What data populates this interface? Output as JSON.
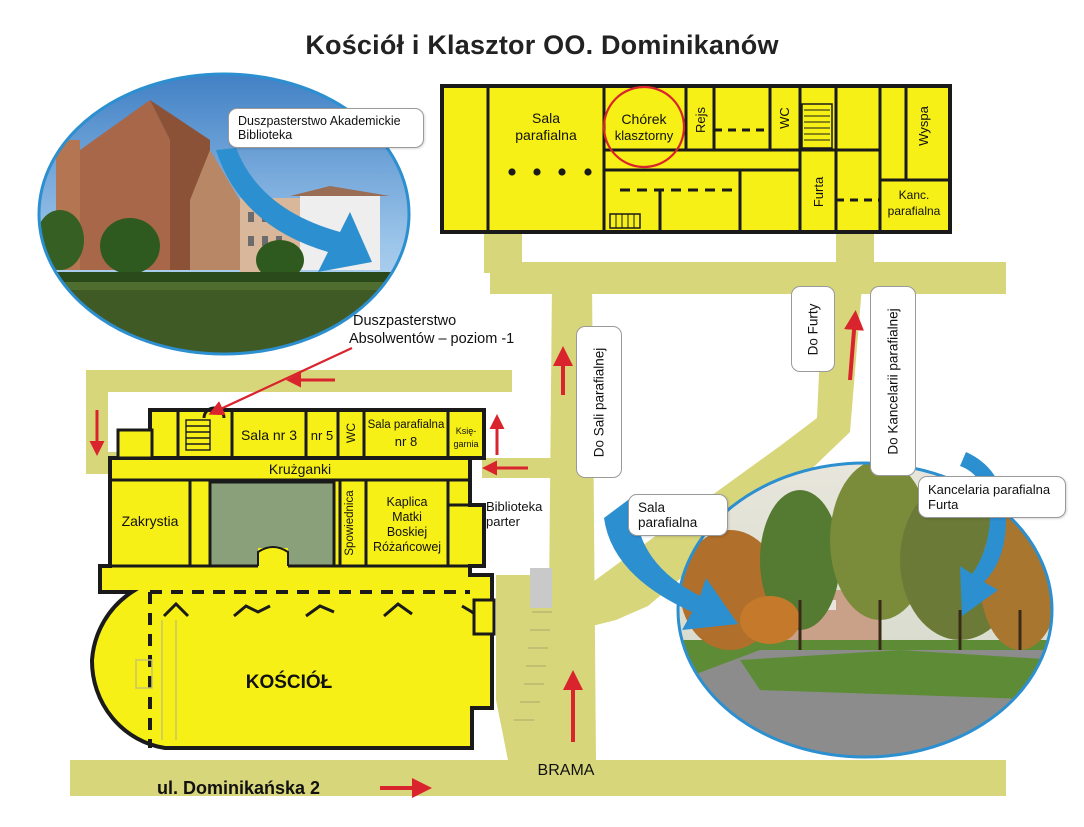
{
  "title": "Kościół i Klasztor OO. Dominikanów",
  "colors": {
    "building": "#f7f016",
    "path": "#d8d67a",
    "wall": "#1a1a1a",
    "garden": "#8aa07a",
    "arrow_red": "#d9232d",
    "arrow_blue": "#2c8fd0",
    "photo_ring": "#2c8fd0"
  },
  "icons": {
    "red-arrow": "arrow",
    "blue-arrow": "curved arrow",
    "staircase": "stairs"
  },
  "callouts": {
    "akademickie_line1": "Duszpasterstwo Akademickie",
    "akademickie_line2": "Biblioteka",
    "absolwentow_line1": "Duszpasterstwo",
    "absolwentow_line2": "Absolwentów – poziom -1",
    "sala_line1": "Sala",
    "sala_line2": "parafialna",
    "kancelaria_line1": "Kancelaria parafialna",
    "kancelaria_line2": "Furta"
  },
  "signs": {
    "do_sali": "Do Sali parafialnej",
    "do_furty": "Do Furty",
    "do_kancelarii": "Do Kancelarii parafialnej"
  },
  "top_building": {
    "sala_line1": "Sala",
    "sala_line2": "parafialna",
    "chorek_line1": "Chórek",
    "chorek_line2": "klasztorny",
    "rejs": "Rejs",
    "wc": "WC",
    "wyspa": "Wyspa",
    "furta": "Furta",
    "kanc_line1": "Kanc.",
    "kanc_line2": "parafialna"
  },
  "church": {
    "sala3": "Sala nr 3",
    "nr5": "nr 5",
    "wc": "WC",
    "sala8_line1": "Sala parafialna",
    "sala8_line2": "nr 8",
    "ksiegarnia_line1": "Księ-",
    "ksiegarnia_line2": "garnia",
    "kruzganki": "Krużganki",
    "zakrystia": "Zakrystia",
    "spowiednica": "Spowiednica",
    "kaplica": [
      "Kaplica",
      "Matki",
      "Boskiej",
      "Różańcowej"
    ],
    "biblioteka_line1": "Biblioteka",
    "biblioteka_line2": "parter",
    "kosciol": "KOŚCIÓŁ"
  },
  "street": "ul. Dominikańska  2",
  "brama": "BRAMA"
}
